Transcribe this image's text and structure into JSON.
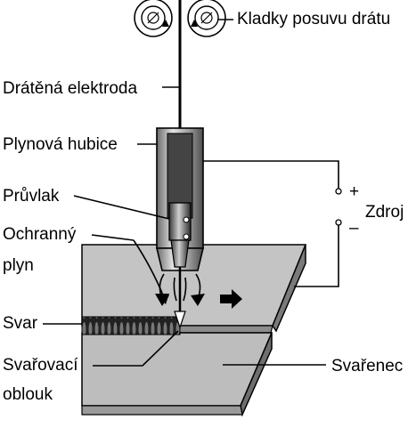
{
  "labels": {
    "feed_rollers": "Kladky posuvu drátu",
    "wire_electrode": "Drátěná elektroda",
    "gas_nozzle": "Plynová hubice",
    "contact_tip": "Průvlak",
    "shielding_gas_line1": "Ochranný",
    "shielding_gas_line2": "plyn",
    "weld": "Svar",
    "arc_line1": "Svařovací",
    "arc_line2": "oblouk",
    "power_source": "Zdroj",
    "workpiece": "Svařenec",
    "plus_sign": "+",
    "minus_sign": "–"
  },
  "colors": {
    "plate_top": "#bdbdbd",
    "plate_edge": "#6e6e6e",
    "plate_side": "#9a9a9a",
    "ink": "#000000",
    "nozzle_light": "#d9d9d9",
    "nozzle_dark": "#5a5a5a"
  }
}
